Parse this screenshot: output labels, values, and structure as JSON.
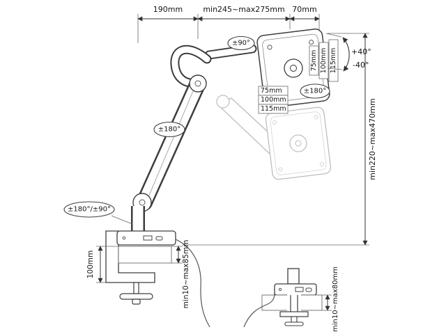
{
  "diagram": {
    "top": {
      "d190": "190mm",
      "d245": "min245~max275mm",
      "d70": "70mm"
    },
    "tilt": {
      "up": "+40°",
      "down": "-40°"
    },
    "rotation": {
      "link": "±90°",
      "vesa": "±180°",
      "arm": "±180°",
      "base": "±180°/±90°"
    },
    "vesa_vertical": [
      "75mm",
      "100mm",
      "115mm"
    ],
    "vesa_horizontal": [
      "75mm",
      "100mm",
      "115mm"
    ],
    "height_range": "min220~max470mm",
    "clamp": {
      "pole_height": "100mm",
      "desk_thickness": "min10~max85mm"
    },
    "grommet": {
      "desk_thickness": "min10~max80mm"
    }
  }
}
